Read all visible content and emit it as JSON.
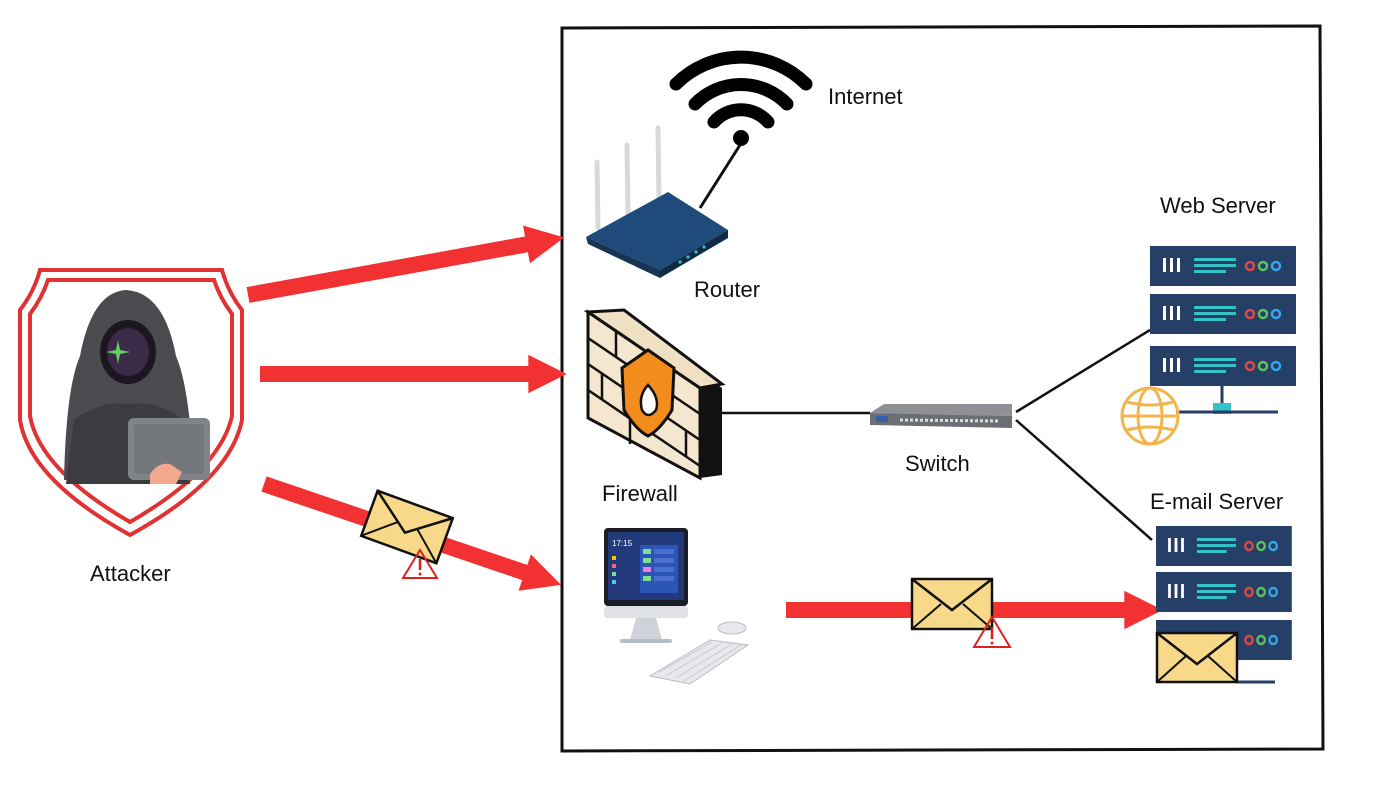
{
  "labels": {
    "internet": "Internet",
    "router": "Router",
    "firewall": "Firewall",
    "switch": "Switch",
    "web_server": "Web Server",
    "email_server": "E-mail Server",
    "attacker": "Attacker",
    "monitor_clock": "17:15"
  },
  "icons": {
    "attacker": "hooded-hacker-in-shield-icon",
    "wifi": "wifi-icon",
    "router": "router-icon",
    "firewall": "brick-firewall-icon",
    "switch": "network-switch-icon",
    "web_server": "server-rack-icon",
    "globe": "globe-icon",
    "email_server": "server-rack-icon",
    "desktop": "desktop-computer-icon",
    "envelope": "envelope-icon",
    "warning": "warning-triangle-icon"
  },
  "colors": {
    "attack_arrow": "#f23232",
    "server_body": "#253f66",
    "server_accent": "#33c3c9",
    "firewall_shield": "#f28c1c",
    "router_body": "#1f4a7a",
    "envelope": "#f8d98a",
    "globe": "#f2b44b",
    "frame": "#111111"
  }
}
